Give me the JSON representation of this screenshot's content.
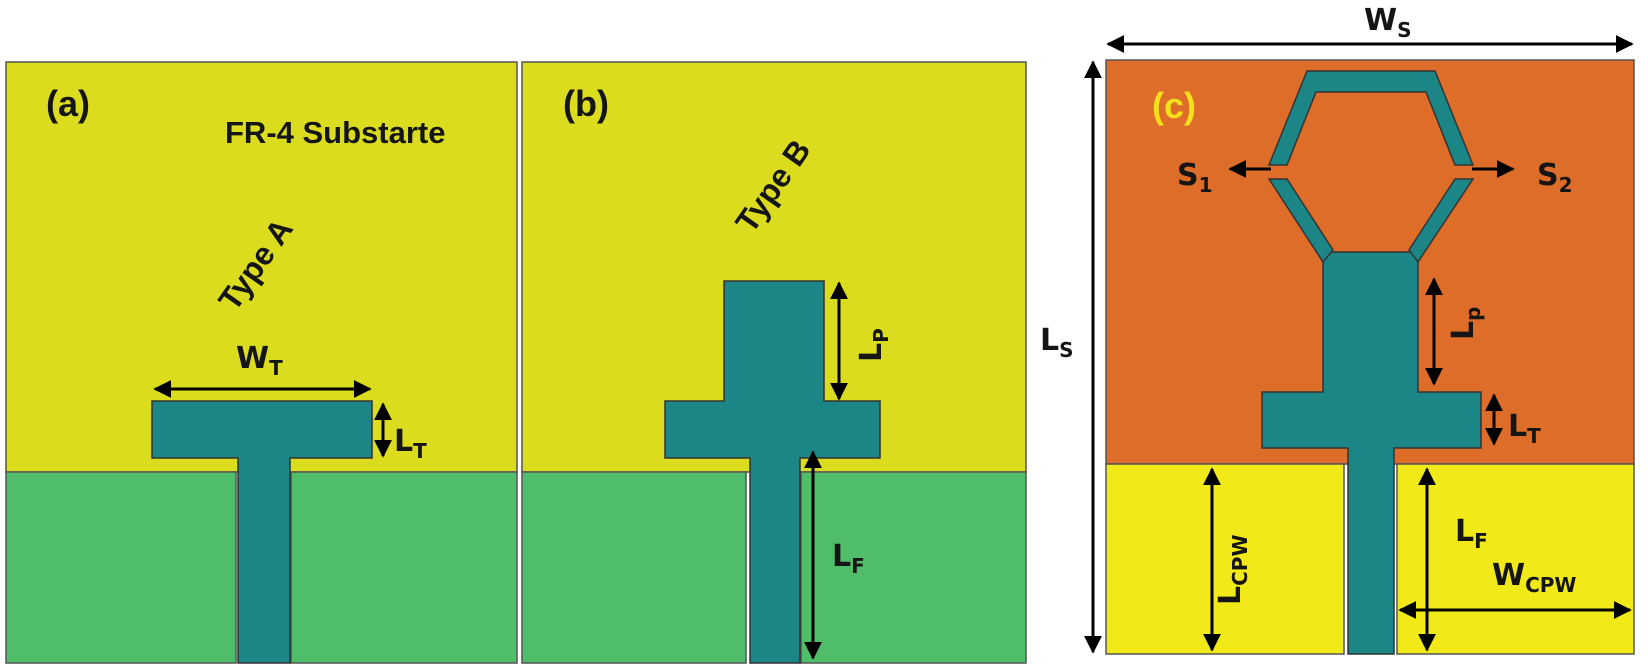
{
  "colors": {
    "substrate": "#dcdc1f",
    "ground": "#4fbd6a",
    "metal": "#1c8585",
    "orange": "#de6d2a",
    "cpw_yellow": "#f2ea18",
    "arrow": "#000000",
    "tag_c": "#f5e01c"
  },
  "panel_a": {
    "tag": "(a)",
    "substrate_label": "FR-4 Substarte",
    "type_label": "Type A",
    "wt": {
      "main": "W",
      "sub": "T"
    },
    "lt": {
      "main": "L",
      "sub": "T"
    }
  },
  "panel_b": {
    "tag": "(b)",
    "type_label": "Type B",
    "lp": {
      "main": "L",
      "sub": "P"
    },
    "lf": {
      "main": "L",
      "sub": "F"
    }
  },
  "panel_c": {
    "tag": "(c)",
    "ws": {
      "main": "W",
      "sub": "S"
    },
    "ls": {
      "main": "L",
      "sub": "S"
    },
    "s1": {
      "main": "S",
      "sub": "1"
    },
    "s2": {
      "main": "S",
      "sub": "2"
    },
    "lp": {
      "main": "L",
      "sub": "p"
    },
    "lt": {
      "main": "L",
      "sub": "T"
    },
    "lcpw": {
      "main": "L",
      "sub": "CPW"
    },
    "lf": {
      "main": "L",
      "sub": "F"
    },
    "wcpw": {
      "main": "W",
      "sub": "CPW"
    }
  }
}
